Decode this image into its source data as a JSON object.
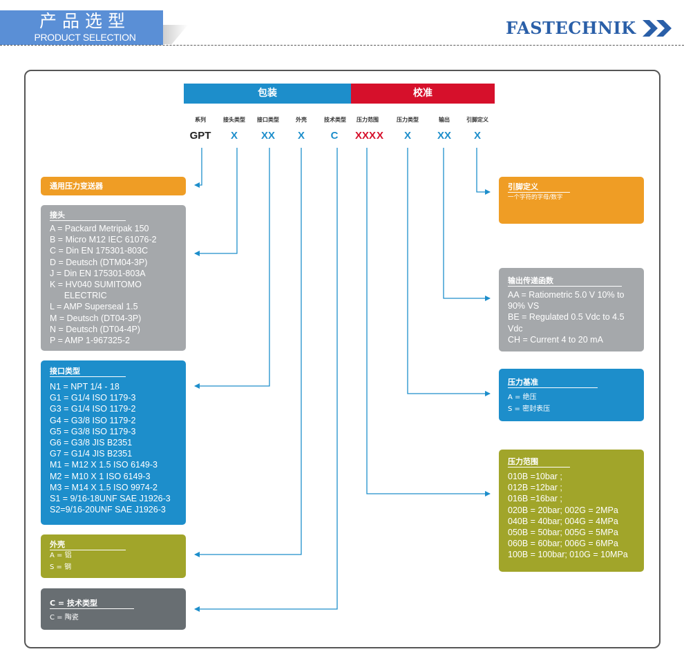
{
  "header": {
    "title_cn": "产品选型",
    "title_en": "PRODUCT SELECTION",
    "brand": "FASTECHNIK"
  },
  "bars": {
    "packaging": "包装",
    "calibration": "校准"
  },
  "columns": [
    {
      "label": "系列",
      "code": "GPT"
    },
    {
      "label": "接头类型",
      "code": "X"
    },
    {
      "label": "接口类型",
      "code": "XX"
    },
    {
      "label": "外壳",
      "code": "X"
    },
    {
      "label": "技术类型",
      "code": "C"
    },
    {
      "label": "压力范围",
      "code": "XXX"
    },
    {
      "label": "压力类型",
      "code": "X"
    },
    {
      "label": "输出",
      "code": "XX"
    },
    {
      "label": "引脚定义",
      "code": "X"
    }
  ],
  "code_suffix": "X",
  "boxes": {
    "series": {
      "title": "通用压力变送器"
    },
    "connector": {
      "title": "接头",
      "lines": [
        "A = Packard Metripak 150",
        "B = Micro M12 IEC 61076-2",
        "C = Din EN 175301-803C",
        "D = Deutsch (DTM04-3P)",
        "J = Din EN 175301-803A",
        "K = HV040 SUMITOMO",
        "      ELECTRIC",
        "L = AMP Superseal 1.5",
        "M = Deutsch (DT04-3P)",
        "N = Deutsch (DT04-4P)",
        "P = AMP 1-967325-2"
      ]
    },
    "port": {
      "title": "接口类型",
      "lines": [
        "N1 = NPT 1/4 - 18",
        "G1 = G1/4 ISO 1179-3",
        "G3 = G1/4 ISO 1179-2",
        "G4 = G3/8 ISO 1179-2",
        "G5 = G3/8 ISO 1179-3",
        "G6 = G3/8 JIS B2351",
        "G7 = G1/4 JIS B2351",
        "M1 = M12 X 1.5 ISO 6149-3",
        "M2 = M10 X 1 ISO 6149-3",
        "M3 = M14 X 1.5 ISO 9974-2",
        "S1 = 9/16-18UNF SAE J1926-3",
        "S2=9/16-20UNF SAE J1926-3"
      ]
    },
    "housing": {
      "title": "外壳",
      "lines": [
        "A = 铝",
        "S = 钢"
      ]
    },
    "tech": {
      "title": "C = 技术类型",
      "lines": [
        "C = 陶瓷"
      ]
    },
    "pin": {
      "title": "引脚定义",
      "lines": [
        "一个字符的字母/数字"
      ]
    },
    "output": {
      "title": "输出传递函数",
      "lines": [
        "AA = Ratiometric 5.0 V 10% to",
        "90% VS",
        "BE = Regulated 0.5 Vdc to 4.5",
        "Vdc",
        "CH = Current 4 to 20 mA"
      ]
    },
    "pressure_ref": {
      "title": "压力基准",
      "lines": [
        "A = 绝压",
        "S = 密封表压"
      ]
    },
    "pressure_range": {
      "title": "压力范围",
      "lines": [
        "010B =10bar ;",
        "012B =12bar ;",
        "016B =16bar ;",
        "020B = 20bar; 002G = 2MPa",
        "040B = 40bar; 004G = 4MPa",
        "050B = 50bar; 005G = 5MPa",
        "060B = 60bar; 006G = 6MPa",
        "100B = 100bar; 010G = 10MPa"
      ]
    }
  },
  "colors": {
    "blue": "#1d8ecb",
    "red": "#d6102b",
    "orange": "#ef9d25",
    "gray": "#a5a8ab",
    "olive": "#a1a52a",
    "slate": "#686e72",
    "header_blue": "#5a8fd6",
    "brand": "#2a5fa8"
  }
}
